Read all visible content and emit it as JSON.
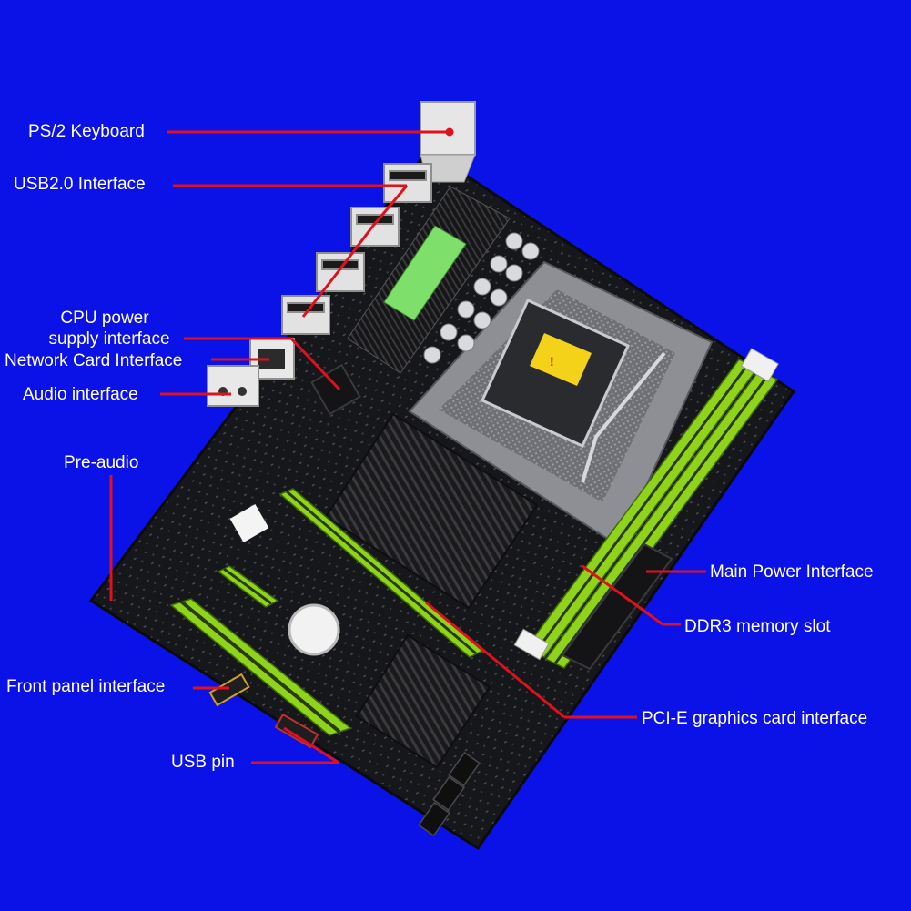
{
  "labels": {
    "ps2_keyboard": "PS/2 Keyboard",
    "usb20_interface": "USB2.0 Interface",
    "cpu_power_line1": "CPU power",
    "cpu_power_line2": "supply interface",
    "network_card": "Network Card Interface",
    "audio_interface": "Audio interface",
    "pre_audio": "Pre-audio",
    "front_panel": "Front panel interface",
    "usb_pin": "USB pin",
    "main_power": "Main Power Interface",
    "ddr3_slot": "DDR3 memory slot",
    "pcie_graphics": "PCI-E graphics card interface"
  },
  "board_text": {
    "warning_sticker": "!"
  },
  "colors": {
    "background": "#0a12e8",
    "leader_line": "#e0101c",
    "label_text": "#ffffff",
    "pcb": "#17181a",
    "slot_green": "#8fd41a",
    "heatsink": "#1c1c1e",
    "vrm_green": "#7ee06a"
  }
}
